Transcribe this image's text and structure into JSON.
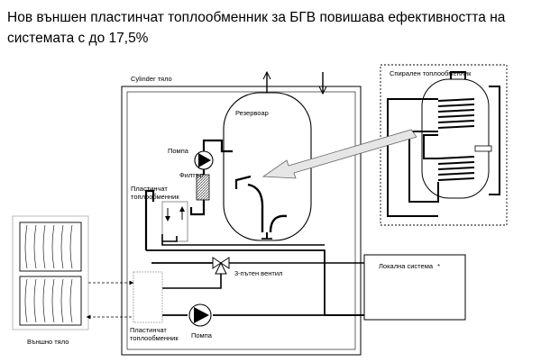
{
  "headline": "Нов външен пластинчат топлообменник за БГВ повишава ефективността на системата с до 17,5%",
  "labels": {
    "cylinder_body": "Cylinder тяло",
    "reservoir": "Резервоар",
    "pump_top": "Помпа",
    "filter": "Филтър",
    "plate_hx_inner": "Пластинчат топлообменник",
    "three_way_valve": "3-пътен вентил",
    "local_system": "Локална система",
    "plate_hx_outer": "Пластинчат топлообменник",
    "pump_bottom": "Помпа",
    "outdoor_unit": "Външно тяло",
    "coil_hx": "Спирален топлообменник"
  },
  "markers": {
    "local_system_asterisk": "*"
  },
  "colors": {
    "line": "#000000",
    "arrow_fill": "#e6e6e6",
    "background": "#ffffff"
  }
}
